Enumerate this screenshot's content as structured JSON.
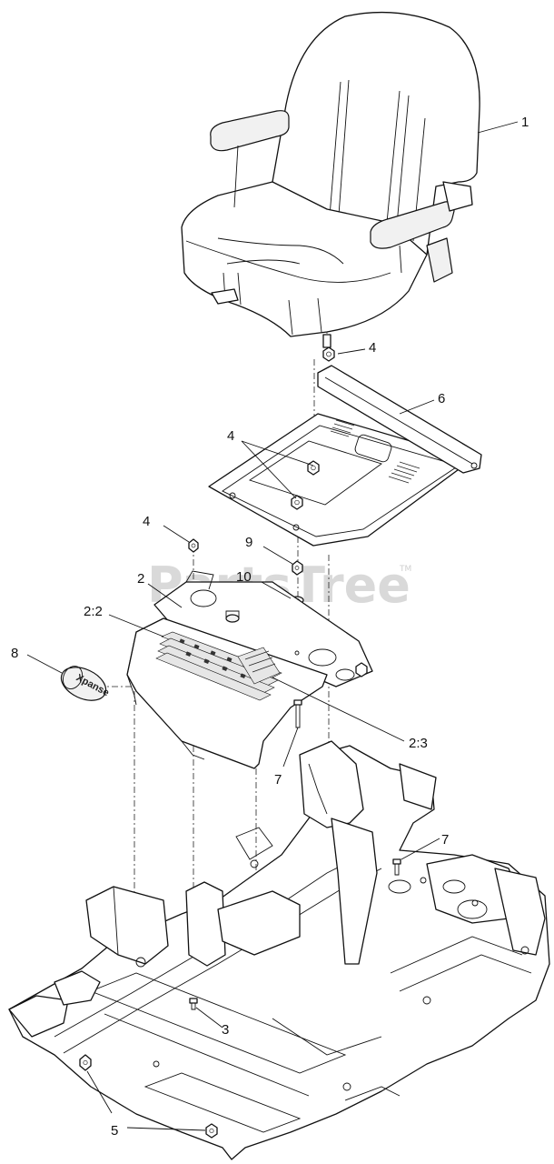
{
  "watermark": {
    "text": "PartsTree",
    "trademark": "TM"
  },
  "badge": {
    "text": "Xpanse"
  },
  "callouts": [
    {
      "id": "c1",
      "label": "1"
    },
    {
      "id": "c4a",
      "label": "4"
    },
    {
      "id": "c6",
      "label": "6"
    },
    {
      "id": "c4b",
      "label": "4"
    },
    {
      "id": "c4c",
      "label": "4"
    },
    {
      "id": "c9",
      "label": "9"
    },
    {
      "id": "c2",
      "label": "2"
    },
    {
      "id": "c10",
      "label": "10"
    },
    {
      "id": "c22",
      "label": "2:2"
    },
    {
      "id": "c8",
      "label": "8"
    },
    {
      "id": "c23",
      "label": "2:3"
    },
    {
      "id": "c7a",
      "label": "7"
    },
    {
      "id": "c7b",
      "label": "7"
    },
    {
      "id": "c3",
      "label": "3"
    },
    {
      "id": "c5",
      "label": "5"
    }
  ],
  "parts": [
    {
      "callout": "1",
      "name": "seat"
    },
    {
      "callout": "2",
      "name": "seat-plate"
    },
    {
      "callout": "2:2",
      "name": "decal"
    },
    {
      "callout": "2:3",
      "name": "decal"
    },
    {
      "callout": "3",
      "name": "bolt"
    },
    {
      "callout": "4",
      "name": "nut"
    },
    {
      "callout": "5",
      "name": "nut"
    },
    {
      "callout": "6",
      "name": "seat-suspension-plate"
    },
    {
      "callout": "7",
      "name": "bolt"
    },
    {
      "callout": "8",
      "name": "badge"
    },
    {
      "callout": "9",
      "name": "nut"
    },
    {
      "callout": "10",
      "name": "washer"
    }
  ]
}
